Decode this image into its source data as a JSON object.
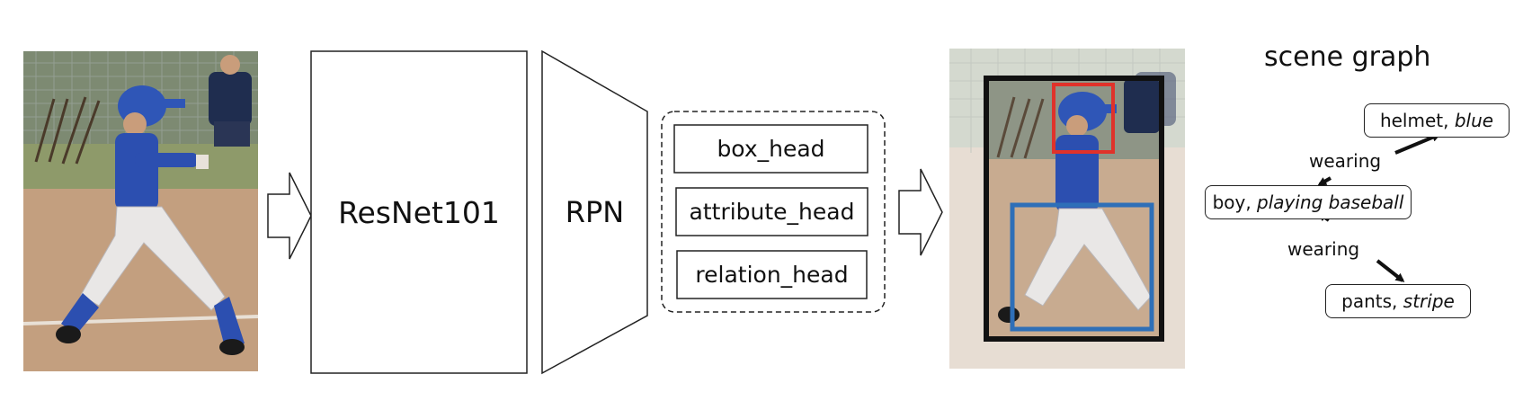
{
  "pipeline": {
    "backbone_label": "ResNet101",
    "rpn_label": "RPN",
    "heads": [
      "box_head",
      "attribute_head",
      "relation_head"
    ]
  },
  "scene_graph": {
    "title": "scene graph",
    "nodes": {
      "helmet": {
        "name": "helmet,",
        "attribute": "blue"
      },
      "boy": {
        "name": "boy,",
        "attribute": "playing baseball"
      },
      "pants": {
        "name": "pants,",
        "attribute": "stripe"
      }
    },
    "edges": {
      "top": "wearing",
      "bottom": "wearing"
    }
  },
  "colors": {
    "box_person": "#111111",
    "box_helmet": "#e0322a",
    "box_pants": "#2e6fb8"
  },
  "images": {
    "input": "baseball-batter-photo",
    "output": "annotated-batter-photo"
  }
}
